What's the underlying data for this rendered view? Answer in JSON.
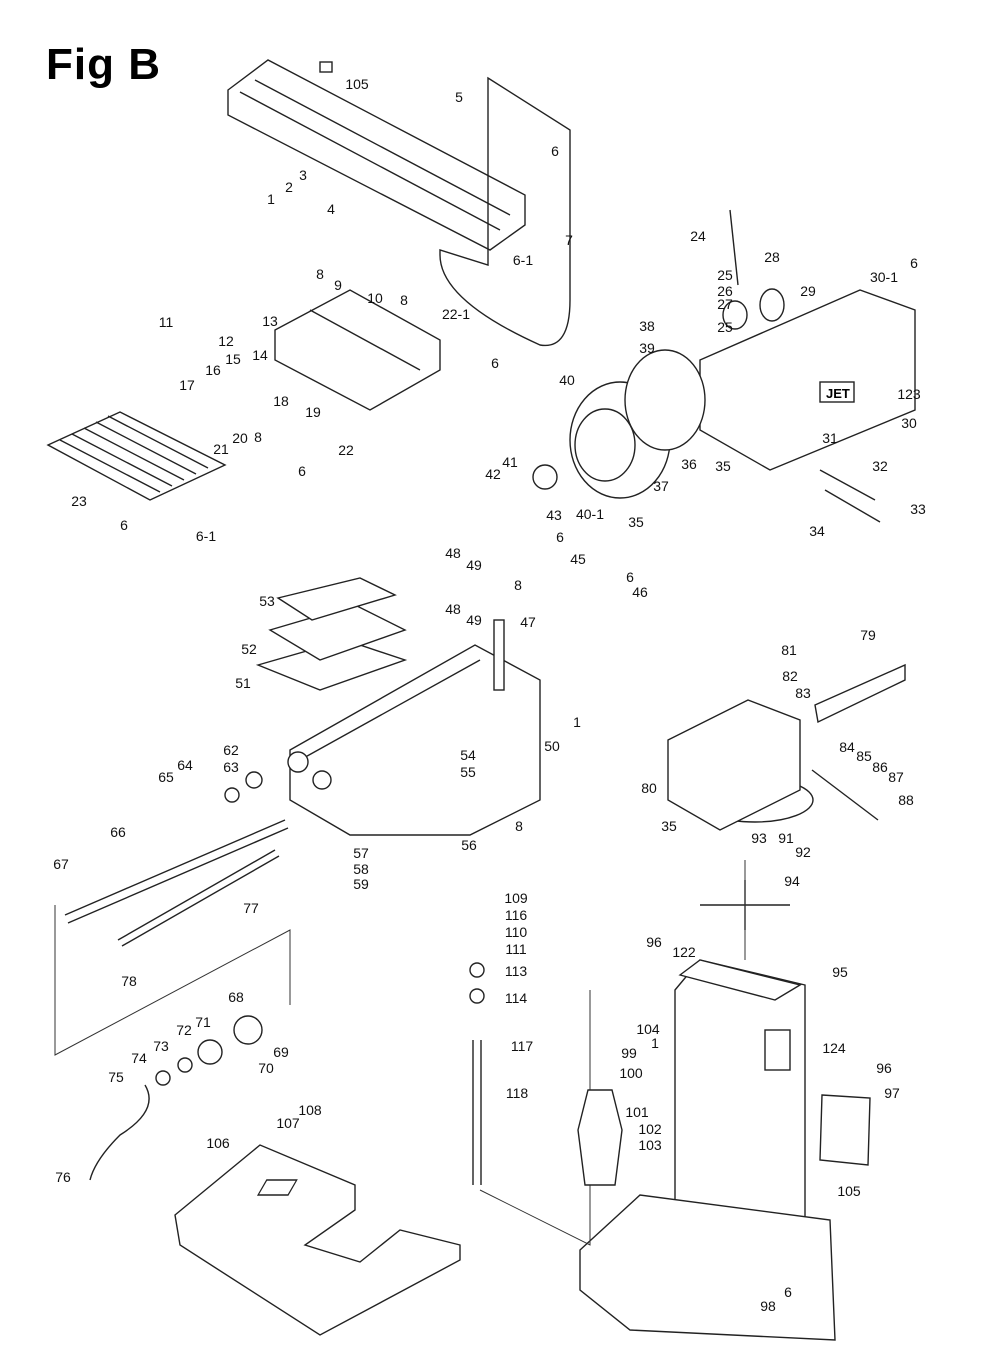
{
  "title": "Fig B",
  "logo_text": "JET",
  "part_labels": [
    "105",
    "5",
    "6",
    "3",
    "2",
    "1",
    "4",
    "7",
    "6-1",
    "24",
    "28",
    "25",
    "26",
    "27",
    "29",
    "30-1",
    "6",
    "8",
    "9",
    "10",
    "8",
    "22-1",
    "11",
    "12",
    "13",
    "38",
    "39",
    "25",
    "6",
    "14",
    "15",
    "16",
    "18",
    "19",
    "17",
    "8",
    "20",
    "21",
    "22",
    "6",
    "40",
    "123",
    "30",
    "31",
    "32",
    "36",
    "35",
    "37",
    "41",
    "42",
    "43",
    "40-1",
    "35",
    "33",
    "34",
    "23",
    "6",
    "6-1",
    "6",
    "45",
    "48",
    "49",
    "8",
    "6",
    "46",
    "53",
    "47",
    "48",
    "49",
    "52",
    "51",
    "81",
    "79",
    "82",
    "83",
    "1",
    "50",
    "54",
    "55",
    "62",
    "63",
    "64",
    "65",
    "84",
    "85",
    "86",
    "87",
    "80",
    "88",
    "66",
    "35",
    "8",
    "56",
    "93",
    "91",
    "92",
    "67",
    "57",
    "58",
    "59",
    "94",
    "109",
    "116",
    "110",
    "111",
    "77",
    "113",
    "96",
    "122",
    "78",
    "114",
    "95",
    "68",
    "104",
    "1",
    "99",
    "71",
    "72",
    "69",
    "124",
    "117",
    "73",
    "100",
    "70",
    "96",
    "74",
    "75",
    "118",
    "97",
    "101",
    "108",
    "107",
    "102",
    "103",
    "106",
    "76",
    "105",
    "6",
    "98"
  ]
}
